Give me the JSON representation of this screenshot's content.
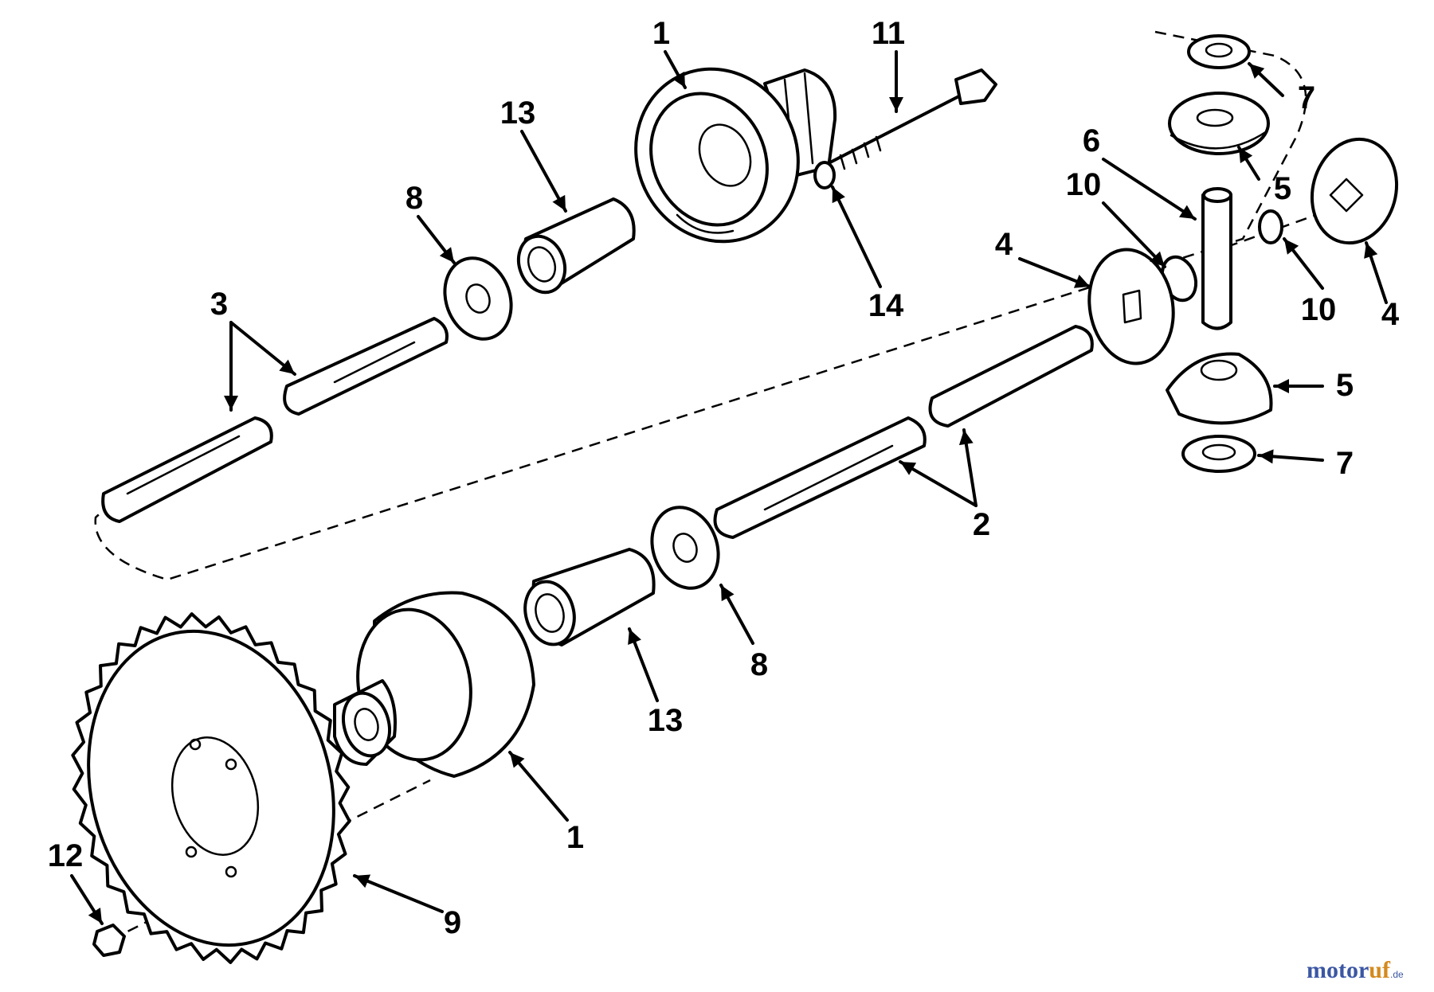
{
  "diagram": {
    "callouts": [
      {
        "id": "housing-top",
        "label": "1"
      },
      {
        "id": "housing-bottom",
        "label": "1"
      },
      {
        "id": "axle-right",
        "label": "2"
      },
      {
        "id": "axle-left",
        "label": "3"
      },
      {
        "id": "gear-large-left",
        "label": "4"
      },
      {
        "id": "gear-large-right",
        "label": "4"
      },
      {
        "id": "gear-small-top",
        "label": "5"
      },
      {
        "id": "gear-small-bottom",
        "label": "5"
      },
      {
        "id": "pin",
        "label": "6"
      },
      {
        "id": "washer-top",
        "label": "7"
      },
      {
        "id": "washer-bottom",
        "label": "7"
      },
      {
        "id": "thrust-washer-top",
        "label": "8"
      },
      {
        "id": "thrust-washer-bottom",
        "label": "8"
      },
      {
        "id": "sprocket",
        "label": "9"
      },
      {
        "id": "retaining-ring-left",
        "label": "10"
      },
      {
        "id": "retaining-ring-right",
        "label": "10"
      },
      {
        "id": "bolt",
        "label": "11"
      },
      {
        "id": "nut",
        "label": "12"
      },
      {
        "id": "bushing-top",
        "label": "13"
      },
      {
        "id": "bushing-bottom",
        "label": "13"
      },
      {
        "id": "lock-washer",
        "label": "14"
      }
    ]
  },
  "watermark": {
    "part1": "motor",
    "part2": "uf",
    "suffix": ".de"
  }
}
